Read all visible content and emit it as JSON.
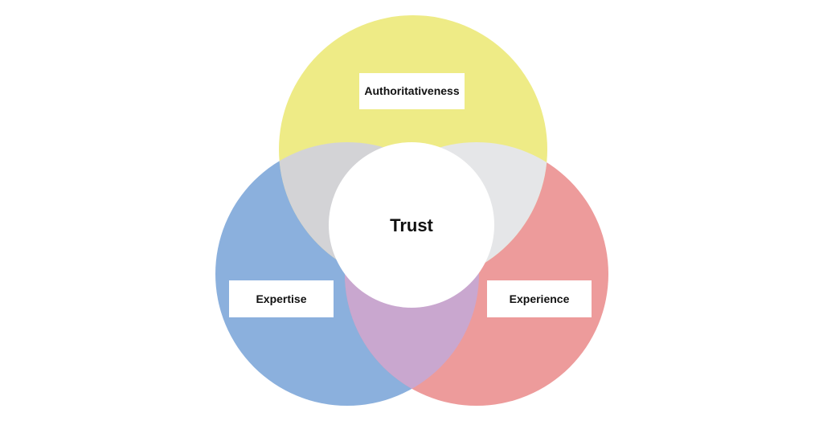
{
  "diagram": {
    "center_label": "Trust",
    "circles": [
      {
        "label": "Authoritativeness",
        "color": "#EEEB86"
      },
      {
        "label": "Expertise",
        "color": "#8BB0DD"
      },
      {
        "label": "Experience",
        "color": "#ED9B9B"
      }
    ],
    "overlaps": {
      "authoritativeness_expertise": "#D3D3D6",
      "authoritativeness_experience": "#E5E6E8",
      "expertise_experience": "#C9A7CF"
    },
    "center_color": "#FFFFFF",
    "label_box_color": "#FFFFFF"
  }
}
